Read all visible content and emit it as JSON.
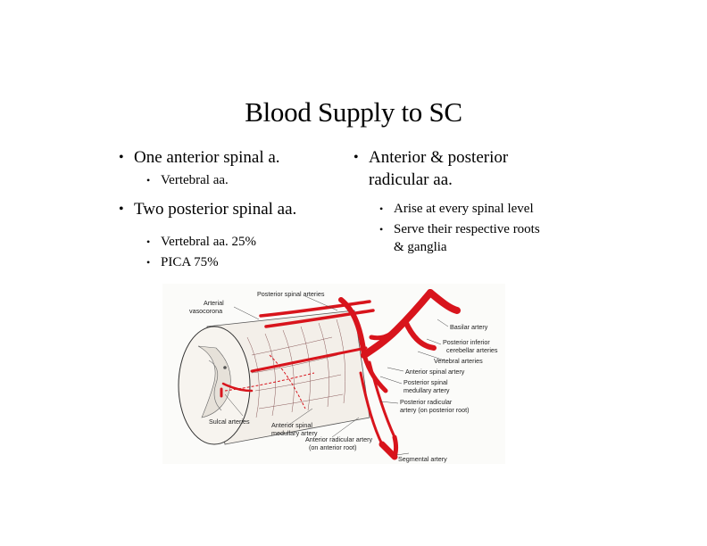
{
  "slide": {
    "title": "Blood Supply to SC"
  },
  "left_column": {
    "bullets": [
      {
        "text": "One anterior spinal a.",
        "sub": [
          "Vertebral aa."
        ]
      },
      {
        "text": "Two posterior spinal aa.",
        "sub": [
          "Vertebral aa. 25%",
          "PICA 75%"
        ]
      }
    ]
  },
  "right_column": {
    "bullets": [
      {
        "text_line1": "Anterior & posterior",
        "text_line2": "radicular aa.",
        "sub": [
          "Arise at every spinal level",
          "Serve their respective roots",
          "& ganglia"
        ]
      }
    ]
  },
  "figure": {
    "labels": {
      "posterior_spinal_arteries": "Posterior spinal arteries",
      "arterial_vasocorona_1": "Arterial",
      "arterial_vasocorona_2": "vasocorona",
      "basilar_artery": "Basilar artery",
      "pica_1": "Posterior inferior",
      "pica_2": "cerebellar arteries",
      "vertebral_arteries": "Vertebral arteries",
      "anterior_spinal_artery": "Anterior spinal artery",
      "posterior_spinal_medullary_1": "Posterior spinal",
      "posterior_spinal_medullary_2": "medullary artery",
      "posterior_radicular_1": "Posterior radicular",
      "posterior_radicular_2": "artery (on posterior root)",
      "sulcal_arteries": "Sulcal arteries",
      "anterior_spinal_medullary_1": "Anterior spinal",
      "anterior_spinal_medullary_2": "medullary artery",
      "anterior_radicular_1": "Anterior radicular artery",
      "anterior_radicular_2": "(on anterior root)",
      "segmental_artery": "Segmental artery"
    },
    "colors": {
      "artery": "#d8141c",
      "outline": "#333333",
      "background": "#ffffff"
    }
  }
}
